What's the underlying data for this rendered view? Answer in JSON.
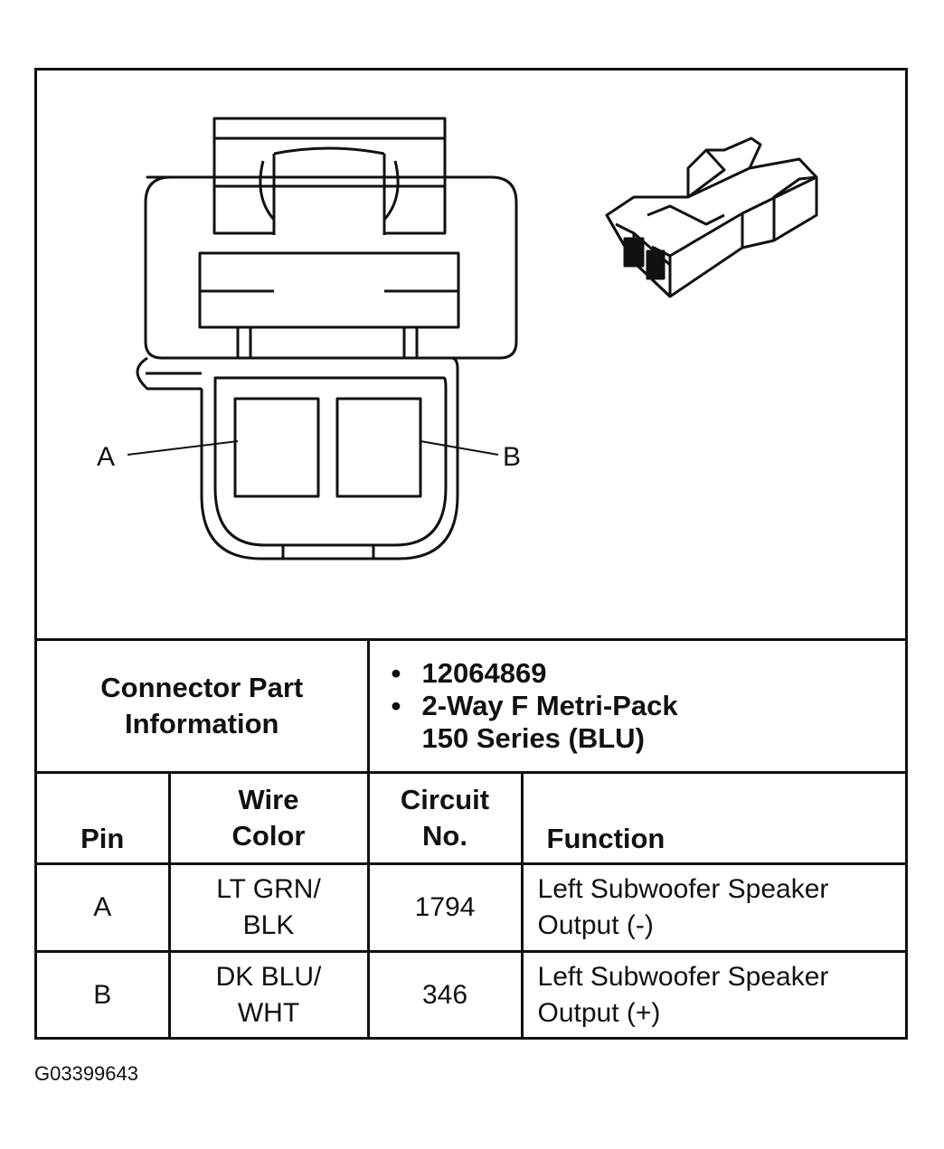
{
  "diagram": {
    "pin_labels": [
      "A",
      "B"
    ]
  },
  "connector_info": {
    "label_line1": "Connector Part",
    "label_line2": "Information",
    "values": [
      "12064869",
      "2-Way F Metri-Pack",
      "150 Series (BLU)"
    ]
  },
  "table": {
    "headers": {
      "pin": "Pin",
      "wire_color_line1": "Wire",
      "wire_color_line2": "Color",
      "circuit_line1": "Circuit",
      "circuit_line2": "No.",
      "function": "Function"
    },
    "rows": [
      {
        "pin": "A",
        "wire_line1": "LT GRN/",
        "wire_line2": "BLK",
        "circuit": "1794",
        "function_line1": "Left Subwoofer Speaker",
        "function_line2": "Output (-)"
      },
      {
        "pin": "B",
        "wire_line1": "DK BLU/",
        "wire_line2": "WHT",
        "circuit": "346",
        "function_line1": "Left Subwoofer Speaker",
        "function_line2": "Output (+)"
      }
    ]
  },
  "footer": {
    "figure_id": "G03399643"
  }
}
